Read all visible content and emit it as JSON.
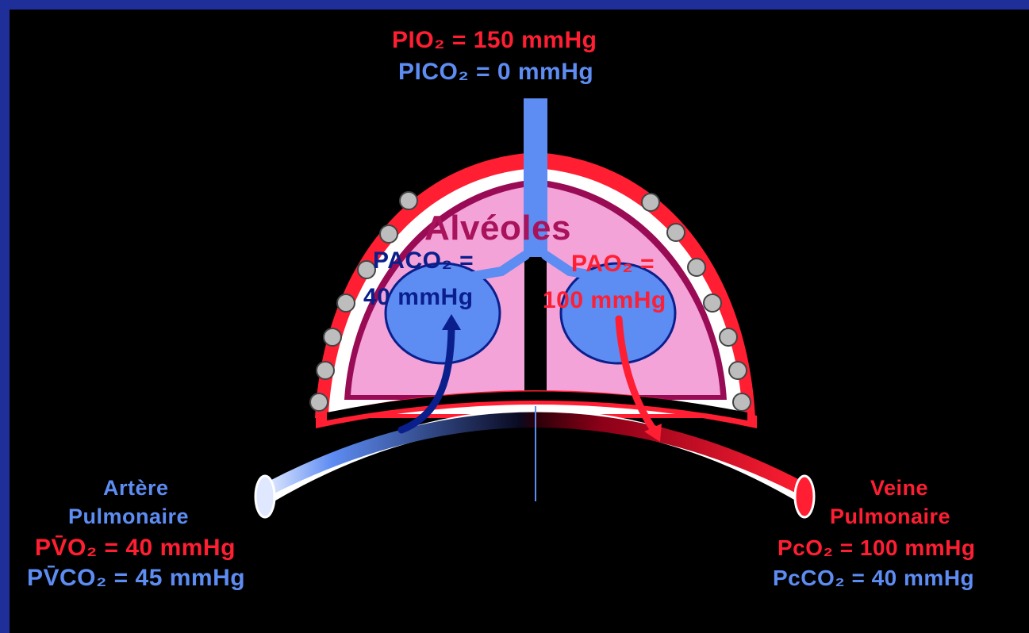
{
  "inspired": {
    "o2": "PIO₂ = 150 mmHg",
    "co2": "PICO₂ = 0 mmHg"
  },
  "alveoles": {
    "title": "Alvéoles",
    "co2_line1": "PACO₂ =",
    "co2_line2": "40 mmHg",
    "o2_line1": "PAO₂ =",
    "o2_line2": "100 mmHg"
  },
  "artere": {
    "name_line1": "Artère",
    "name_line2": "Pulmonaire",
    "o2": "PV̄O₂ = 40 mmHg",
    "co2": "PV̄CO₂ = 45 mmHg"
  },
  "veine": {
    "name_line1": "Veine",
    "name_line2": "Pulmonaire",
    "o2": "PcO₂ = 100 mmHg",
    "co2": "PcCO₂ = 40 mmHg"
  },
  "colors": {
    "frame": "#1e2f9a",
    "background": "#000000",
    "oxygen_red": "#ff1e32",
    "co2_blue": "#5d8cf2",
    "alveolus_fill": "#f3a3d8",
    "alveoles_label": "#a8135c",
    "dark_blue_arrow": "#0a1f8c"
  }
}
